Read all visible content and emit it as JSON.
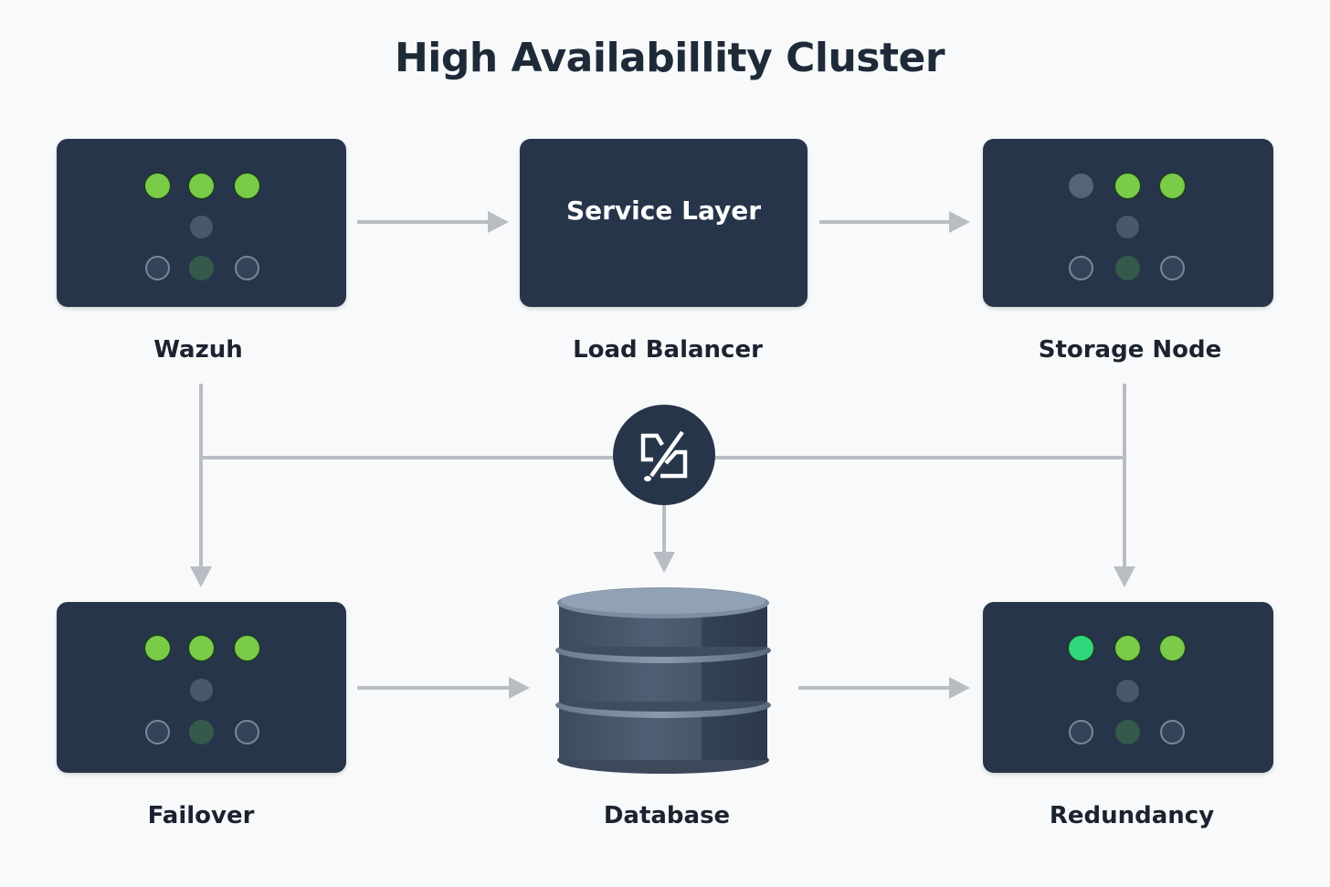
{
  "title": "High Availabillity Cluster",
  "colors": {
    "background": "#f8f9fa",
    "card": "#27354a",
    "connector": "#b9bdc3",
    "led_on": "#79cb48",
    "led_on_bright": "#2fd67c",
    "led_off": "#566477",
    "text": "#1b2330"
  },
  "nodes": [
    {
      "id": "wazuh",
      "label": "Wazuh",
      "leds_top": [
        "on",
        "on",
        "on"
      ]
    },
    {
      "id": "load-balancer",
      "label": "Load Balancer",
      "card_text": "Service Layer"
    },
    {
      "id": "storage-node",
      "label": "Storage Node",
      "leds_top": [
        "off",
        "on",
        "on"
      ]
    },
    {
      "id": "failover",
      "label": "Failover",
      "leds_top": [
        "on",
        "on",
        "on"
      ]
    },
    {
      "id": "database",
      "label": "Database",
      "icon": "database-cylinder-icon"
    },
    {
      "id": "redundancy",
      "label": "Redundancy",
      "leds_top": [
        "on-bright",
        "on",
        "on"
      ]
    }
  ],
  "hub": {
    "icon": "edit-sync-icon"
  },
  "connections": [
    {
      "from": "wazuh",
      "to": "load-balancer"
    },
    {
      "from": "load-balancer",
      "to": "storage-node"
    },
    {
      "from": "wazuh",
      "to": "failover"
    },
    {
      "from": "storage-node",
      "to": "redundancy"
    },
    {
      "from": "hub",
      "to": "database"
    },
    {
      "from": "failover",
      "to": "database"
    },
    {
      "from": "database",
      "to": "redundancy"
    }
  ]
}
